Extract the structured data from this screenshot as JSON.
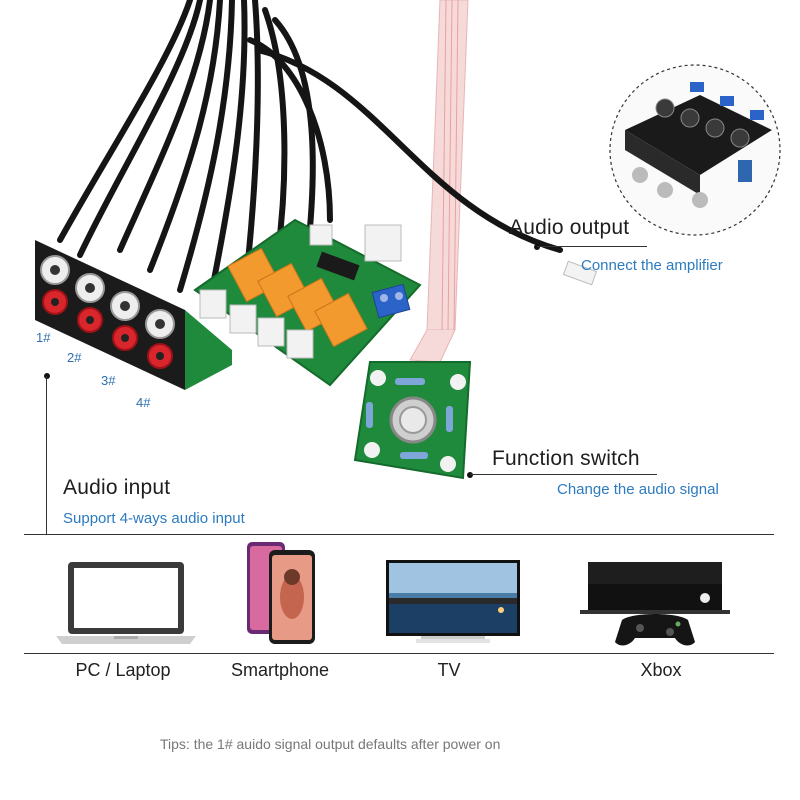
{
  "callouts": {
    "audio_output": {
      "title": "Audio output",
      "subtitle": "Connect the amplifier"
    },
    "function_switch": {
      "title": "Function switch",
      "subtitle": "Change the audio signal"
    },
    "audio_input": {
      "title": "Audio input",
      "subtitle": "Support 4-ways audio input"
    }
  },
  "ports": [
    "1#",
    "2#",
    "3#",
    "4#"
  ],
  "devices": [
    {
      "label": "PC / Laptop",
      "icon": "laptop-icon"
    },
    {
      "label": "Smartphone",
      "icon": "smartphone-icon"
    },
    {
      "label": "TV",
      "icon": "tv-icon"
    },
    {
      "label": "Xbox",
      "icon": "xbox-icon"
    }
  ],
  "tips": "Tips:  the 1# auido signal output defaults after power on",
  "colors": {
    "accent_blue": "#2c7bc0",
    "pcb_green": "#1f8a3c",
    "relay_orange": "#f29a2e",
    "terminal_blue": "#2b63c9"
  }
}
